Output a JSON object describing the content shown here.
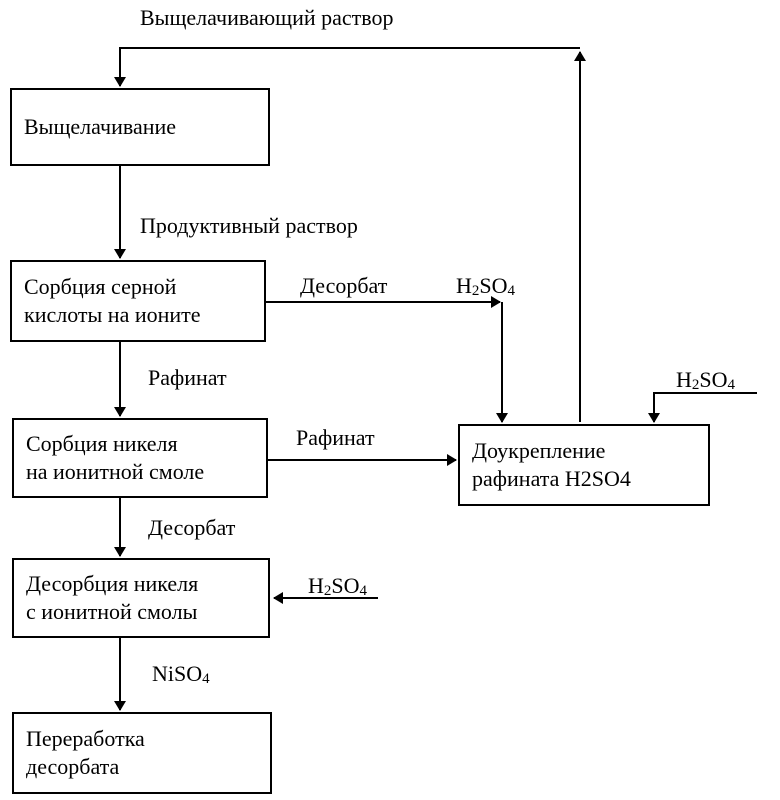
{
  "boxes": {
    "leaching": "Выщелачивание",
    "sorption_acid": "Сорбция серной\nкислоты на ионите",
    "sorption_nickel": "Сорбция никеля\nна ионитной смоле",
    "desorption_nickel": "Десорбция никеля\nс ионитной смолы",
    "processing": "Переработка\nдесорбата",
    "reinforcement": "Доукрепление\nрафината H2SO4"
  },
  "labels": {
    "leach_solution": "Выщелачивающий раствор",
    "productive_solution": "Продуктивный раствор",
    "desorbate_1": "Десорбат",
    "raffinate_1": "Рафинат",
    "raffinate_2": "Рафинат",
    "desorbate_2": "Десорбат",
    "h2so4_1": {
      "main": "H",
      "sub1": "2",
      "mid": "SO",
      "sub2": "4"
    },
    "h2so4_2": {
      "main": "H",
      "sub1": "2",
      "mid": "SO",
      "sub2": "4"
    },
    "h2so4_3": {
      "main": "H",
      "sub1": "2",
      "mid": "SO",
      "sub2": "4"
    },
    "niso4": {
      "main": "NiSO",
      "sub": "4"
    }
  }
}
